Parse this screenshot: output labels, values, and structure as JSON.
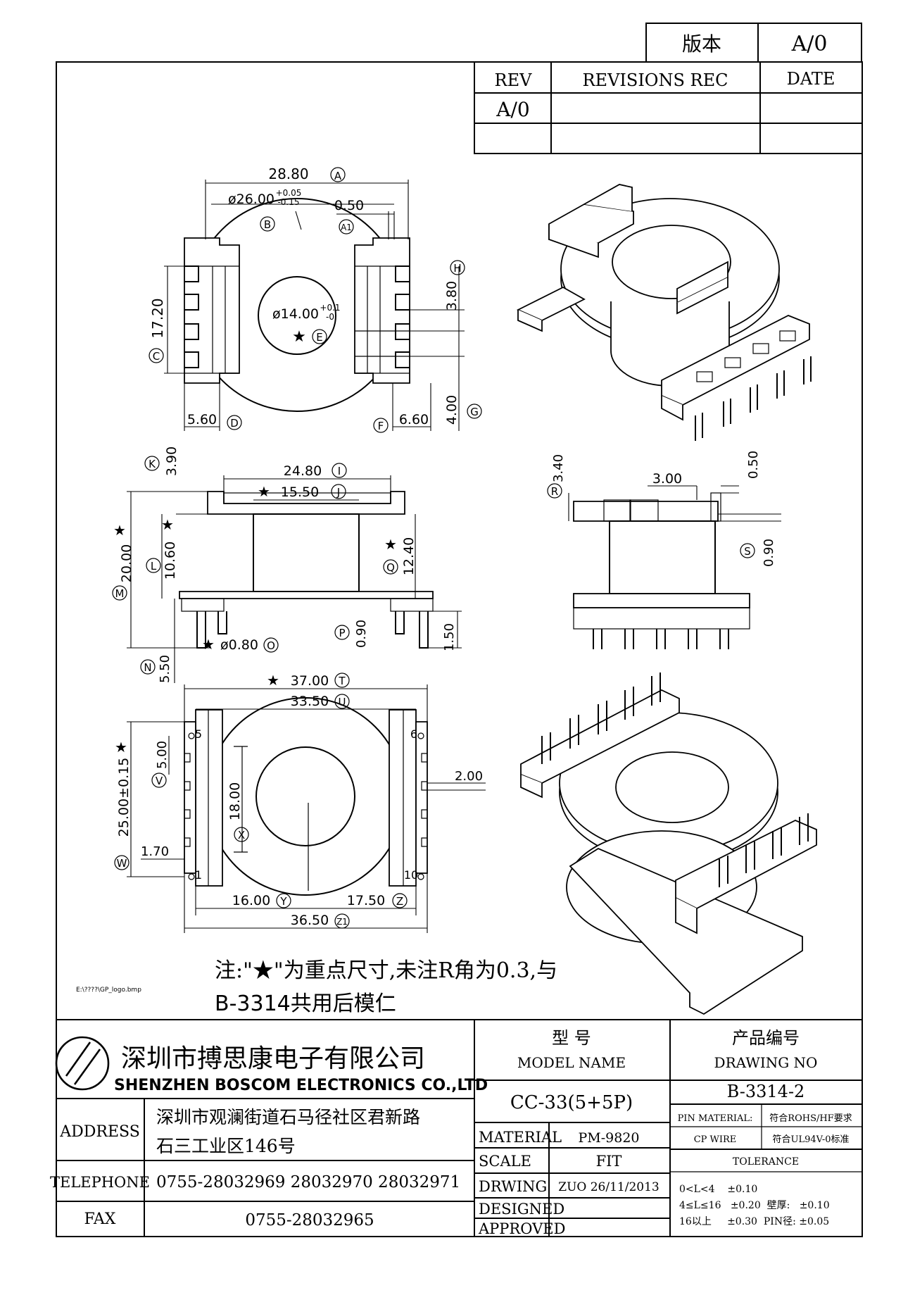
{
  "version_box": {
    "label": "版本",
    "value": "A/0"
  },
  "revisions": {
    "headers": [
      "REV",
      "REVISIONS REC",
      "DATE"
    ],
    "rows": [
      [
        "A/0",
        "",
        ""
      ],
      [
        "",
        "",
        ""
      ]
    ]
  },
  "dims": {
    "A": "28.80",
    "B": "ø26.00",
    "B_tol_up": "+0.05",
    "B_tol_dn": "-0.15",
    "A1": "0.50",
    "C": "17.20",
    "D": "5.60",
    "E": "ø14.00",
    "E_tol_up": "+0.1",
    "E_tol_dn": "-0",
    "F": "6.60",
    "G": "4.00",
    "H": "3.80",
    "I": "24.80",
    "J": "15.50",
    "K": "3.90",
    "L": "10.60",
    "M": "20.00",
    "N": "5.50",
    "O": "ø0.80",
    "P": "0.90",
    "Q": "12.40",
    "pin_len": "1.50",
    "R": "3.40",
    "S": "0.90",
    "side_300": "3.00",
    "side_050": "0.50",
    "T": "37.00",
    "U": "33.50",
    "V": "5.00",
    "W": "25.00±0.15",
    "X": "18.00",
    "Y": "16.00",
    "Z": "17.50",
    "Z1": "36.50",
    "pitch_170": "1.70",
    "slot_200": "2.00"
  },
  "circle_labels": {
    "A": "A",
    "A1": "A1",
    "B": "B",
    "C": "C",
    "D": "D",
    "E": "E",
    "F": "F",
    "G": "G",
    "H": "H",
    "I": "I",
    "J": "J",
    "K": "K",
    "L": "L",
    "M": "M",
    "N": "N",
    "O": "O",
    "P": "P",
    "Q": "Q",
    "R": "R",
    "S": "S",
    "T": "T",
    "U": "U",
    "V": "V",
    "W": "W",
    "X": "X",
    "Y": "Y",
    "Z": "Z",
    "Z1": "Z1"
  },
  "star": "★",
  "pin_numbers": {
    "p5": "5",
    "p6": "6",
    "p1": "1",
    "p10": "10"
  },
  "note": {
    "line1": "注:\"★\"为重点尺寸,未注R角为0.3,与",
    "line2": "B-3314共用后模仁"
  },
  "logo_path": "E:\\????\\GP_logo.bmp",
  "company": {
    "name_cn": "深圳市搏思康电子有限公司",
    "name_en": "SHENZHEN  BOSCOM  ELECTRONICS  CO.,LTD"
  },
  "title_block": {
    "address_label": "ADDRESS",
    "address_line1": "深圳市观澜街道石马径社区君新路",
    "address_line2": "石三工业区146号",
    "telephone_label": "TELEPHONE",
    "telephone": "0755-28032969  28032970  28032971",
    "fax_label": "FAX",
    "fax": "0755-28032965",
    "model_cn": "型    号",
    "model_en": "MODEL NAME",
    "model_value": "CC-33(5+5P)",
    "drawing_cn": "产品编号",
    "drawing_en": "DRAWING NO",
    "drawing_value": "B-3314-2",
    "material_label": "MATERIAL",
    "material_value": "PM-9820",
    "scale_label": "SCALE",
    "scale_value": "FIT",
    "drwing_label": "DRWING",
    "drwing_value": "ZUO 26/11/2013",
    "designed_label": "DESIGNED",
    "approved_label": "APPROVED",
    "pin_material_label": "PIN MATERIAL:",
    "pin_material_value": "符合ROHS/HF要求",
    "cp_wire_label": "CP WIRE",
    "cp_wire_value": "符合UL94V-0标准",
    "tolerance_label": "TOLERANCE",
    "tol1": "0<L<4    ±0.10",
    "tol2": "4≤L≤16   ±0.20  壁厚:   ±0.10",
    "tol3": "16以上     ±0.30  PIN径: ±0.05"
  }
}
